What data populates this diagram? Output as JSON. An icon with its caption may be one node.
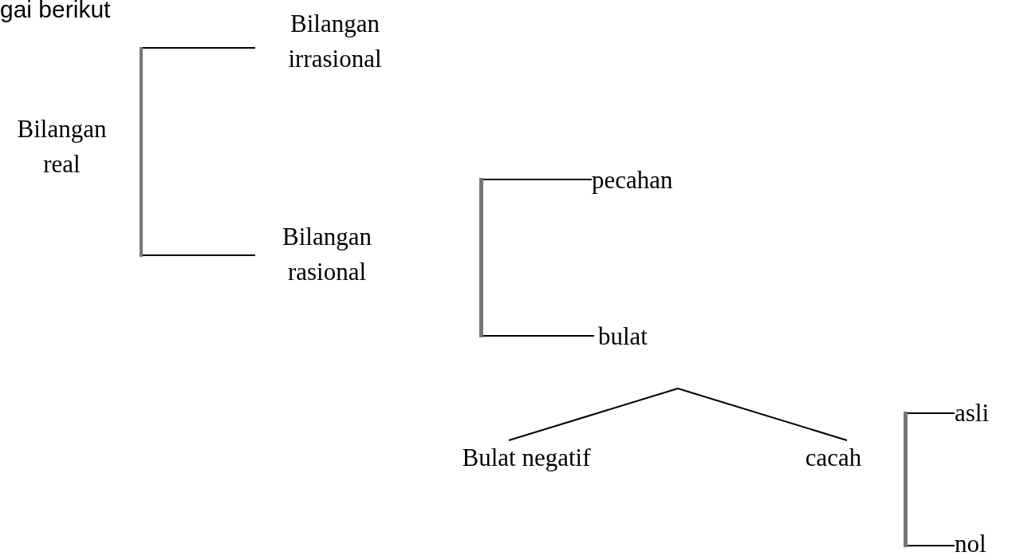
{
  "diagram": {
    "nodes": [
      {
        "text": [
          "Bilangan real"
        ]
      },
      {
        "text": [
          "Bilangan irrasional"
        ]
      },
      {
        "text": [
          "Bilangan rasional"
        ]
      },
      {
        "text": [],
        "shape": "bar"
      },
      {
        "text": [
          "pecahan"
        ]
      },
      {
        "text": [
          "bulat"
        ]
      },
      {
        "text": [
          "Bulat negatif"
        ]
      },
      {
        "text": [
          "cacah"
        ]
      },
      {
        "text": [],
        "shape": "bar"
      },
      {
        "text": [
          "asli"
        ]
      },
      {
        "text": [
          "nol"
        ]
      }
    ],
    "edges": [
      {
        "from": 0,
        "to": 1,
        "arrow": "none"
      },
      {
        "from": 0,
        "to": 2,
        "arrow": "none"
      },
      {
        "from": 3,
        "to": 4,
        "arrow": "none"
      },
      {
        "from": 3,
        "to": 5,
        "arrow": "none"
      },
      {
        "from": 5,
        "to": 6,
        "arrow": "none"
      },
      {
        "from": 5,
        "to": 7,
        "arrow": "none"
      },
      {
        "from": 8,
        "to": 9,
        "arrow": "none"
      },
      {
        "from": 8,
        "to": 10,
        "arrow": "none"
      }
    ],
    "labels": [
      "gai berikut"
    ]
  }
}
